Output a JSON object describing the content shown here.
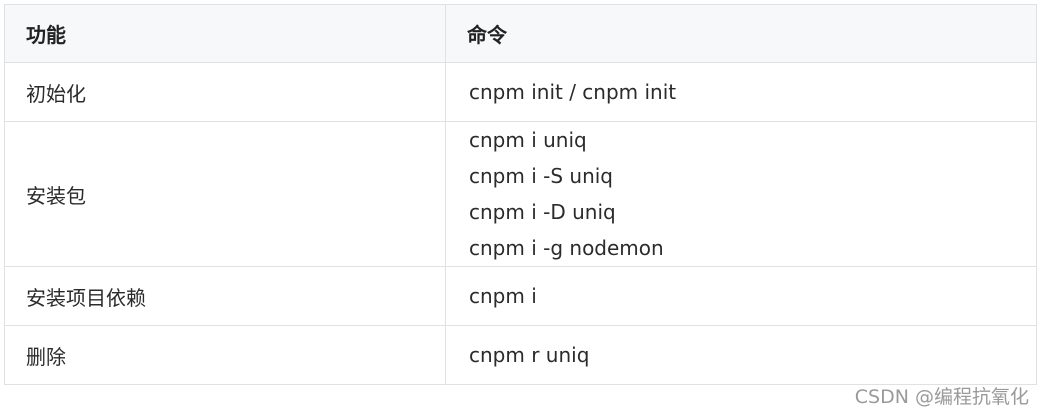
{
  "table": {
    "headers": [
      "功能",
      "命令"
    ],
    "rows": [
      {
        "feature": "初始化",
        "commands": [
          "cnpm init / cnpm init"
        ]
      },
      {
        "feature": "安装包",
        "commands": [
          "cnpm i uniq",
          "cnpm i -S uniq",
          "cnpm i -D uniq",
          "cnpm i -g nodemon"
        ]
      },
      {
        "feature": "安装项目依赖",
        "commands": [
          "cnpm i"
        ]
      },
      {
        "feature": "删除",
        "commands": [
          "cnpm r uniq"
        ]
      }
    ]
  },
  "watermark": "CSDN @编程抗氧化"
}
